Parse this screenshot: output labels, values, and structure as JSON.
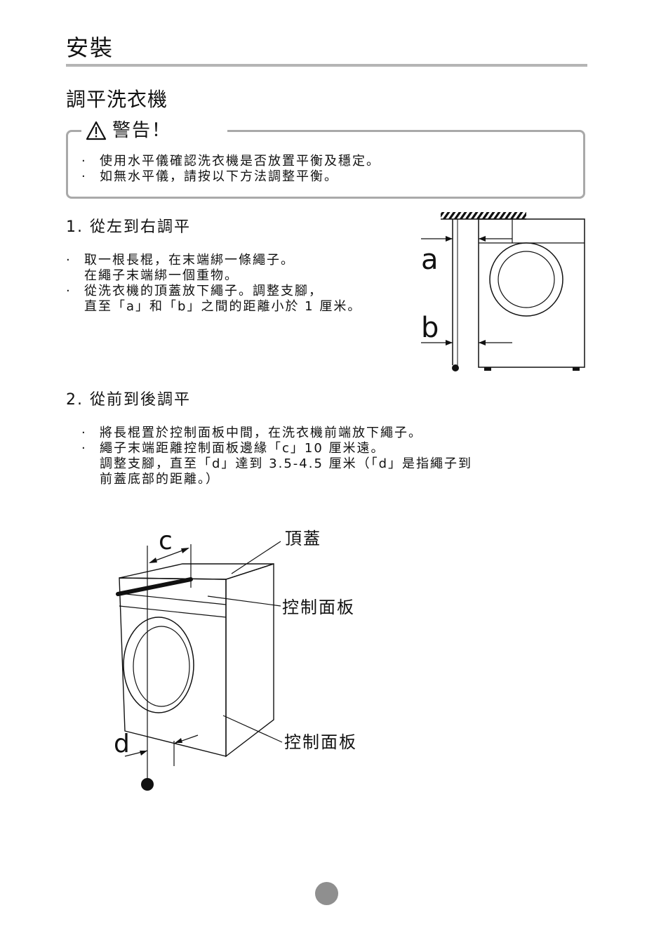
{
  "page": {
    "title": "安裝",
    "section_title": "調平洗衣機"
  },
  "warning": {
    "label": "警告！",
    "items": [
      "使用水平儀確認洗衣機是否放置平衡及穩定。",
      "如無水平儀，請按以下方法調整平衡。"
    ]
  },
  "step1": {
    "title": "1. 從左到右調平",
    "bullets": [
      {
        "lines": [
          "取一根長棍，在末端綁一條繩子。",
          "在繩子末端綁一個重物。"
        ]
      },
      {
        "lines": [
          "從洗衣機的頂蓋放下繩子。調整支腳，",
          "直至「a」和「b」之間的距離小於 1 厘米。"
        ]
      }
    ],
    "diagram": {
      "label_a": "a",
      "label_b": "b"
    }
  },
  "step2": {
    "title": "2. 從前到後調平",
    "bullets": [
      {
        "lines": [
          "將長棍置於控制面板中間，在洗衣機前端放下繩子。"
        ]
      },
      {
        "lines": [
          "繩子末端距離控制面板邊緣「c」10 厘米遠。",
          "調整支腳，直至「d」達到 3.5-4.5 厘米（「d」是指繩子到",
          "前蓋底部的距離。）"
        ]
      }
    ],
    "diagram": {
      "label_c": "c",
      "label_d": "d",
      "label_top_cover": "頂蓋",
      "label_control_panel_1": "控制面板",
      "label_control_panel_2": "控制面板"
    }
  },
  "icons": {
    "warning": "warning-triangle-icon"
  },
  "colors": {
    "rule": "#b5b5b5",
    "box_border": "#a9a9a9",
    "page_badge": "#8f8f8f"
  }
}
